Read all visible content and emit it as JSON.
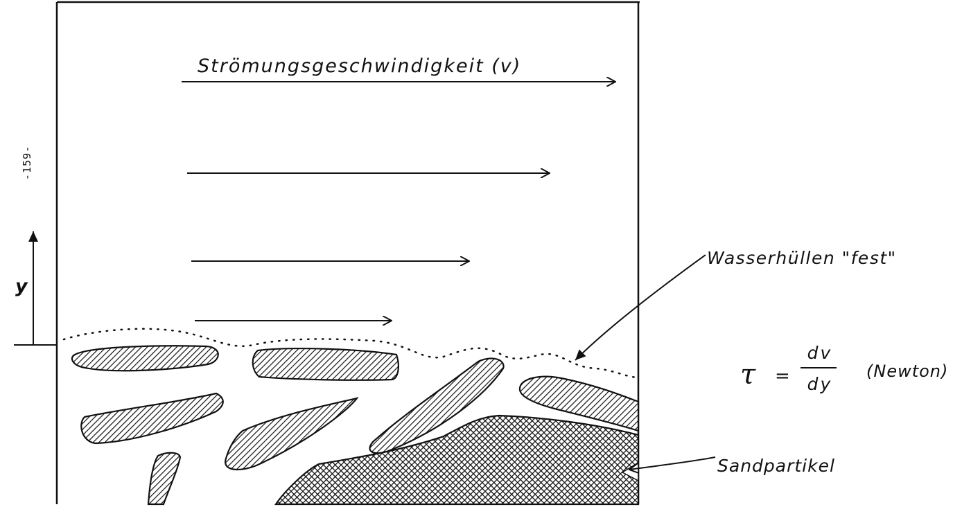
{
  "page_number": "-159-",
  "labels": {
    "velocity": "Strömungsgeschwindigkeit (v)",
    "y_axis": "y",
    "water_shells": "Wasserhüllen \"fest\"",
    "sand": "Sandpartikel"
  },
  "formula": {
    "tau": "τ",
    "equals": "=",
    "numerator": "dv",
    "denominator": "dy",
    "law": "(Newton)"
  },
  "colors": {
    "ink": "#111111",
    "background": "#ffffff"
  }
}
